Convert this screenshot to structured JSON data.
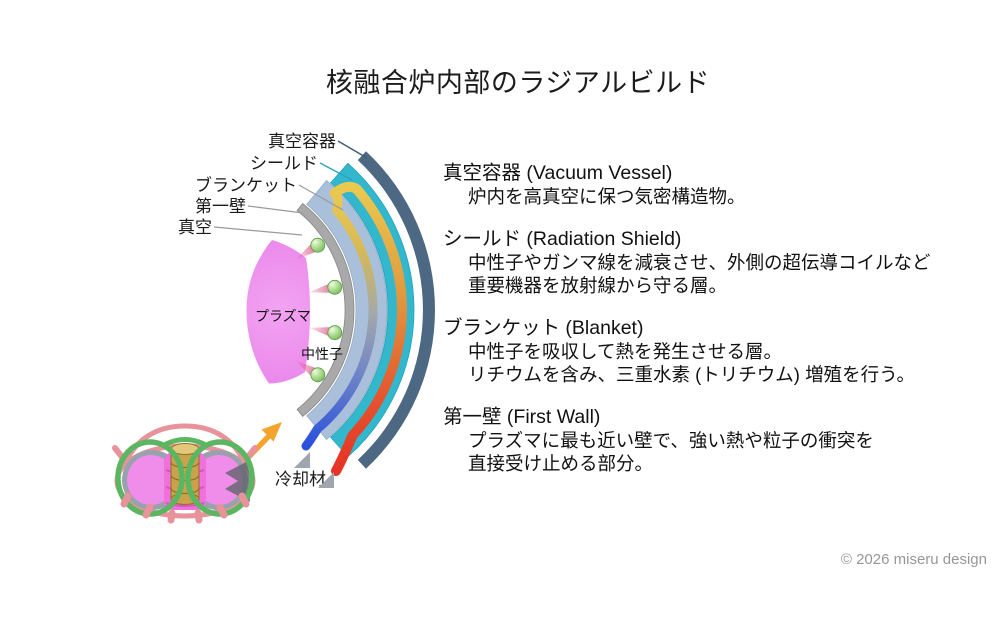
{
  "title": "核融合炉内部のラジアルビルド",
  "diagram": {
    "layer_labels": {
      "vacuum_vessel": "真空容器",
      "shield": "シールド",
      "blanket": "ブランケット",
      "first_wall": "第一壁",
      "vacuum": "真空"
    },
    "annotations": {
      "plasma": "プラズマ",
      "neutron": "中性子",
      "coolant": "冷却材"
    },
    "colors": {
      "vacuum_vessel": "#4d6882",
      "shield": "#32b7cd",
      "blanket": "#aac0da",
      "first_wall": "#a9a9a9",
      "plasma": "#ec8ced",
      "neutron_ball": "#8cc46c",
      "coolant_cold": "#2a50dc",
      "coolant_hot": "#e63326",
      "coolant_pipe_top": "#eac94f",
      "arrow": "#f2a42e",
      "leader_gray": "#9a9a9a",
      "leader_teal": "#2da4b8",
      "leader_navy": "#3e5a74"
    }
  },
  "descriptions": [
    {
      "heading": "真空容器 (Vacuum Vessel)",
      "lines": [
        "炉内を高真空に保つ気密構造物。"
      ]
    },
    {
      "heading": "シールド (Radiation Shield)",
      "lines": [
        "中性子やガンマ線を減衰させ、外側の超伝導コイルなど",
        "重要機器を放射線から守る層。"
      ]
    },
    {
      "heading": "ブランケット (Blanket)",
      "lines": [
        "中性子を吸収して熱を発生させる層。",
        "リチウムを含み、三重水素 (トリチウム) 増殖を行う。"
      ]
    },
    {
      "heading": "第一壁 (First Wall)",
      "lines": [
        "プラズマに最も近い壁で、強い熱や粒子の衝突を",
        "直接受け止める部分。"
      ]
    }
  ],
  "footer": {
    "copyright": "© 2026 miseru design"
  }
}
